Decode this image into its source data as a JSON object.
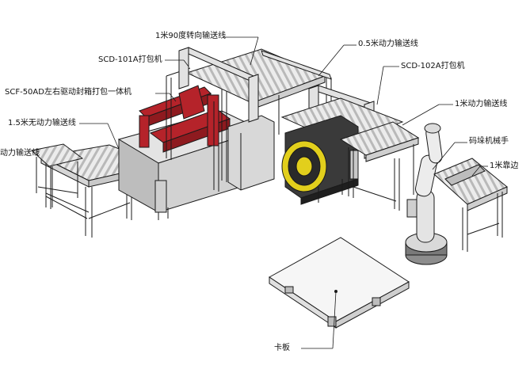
{
  "labels": {
    "turn_conveyor": "1米90度转向输送线",
    "conveyor_05": "0.5米动力输送线",
    "scd101a": "SCD-101A打包机",
    "scd102a": "SCD-102A打包机",
    "scf50ad": "SCF-50AD左右驱动封箱打包一体机",
    "conveyor_1m": "1米动力输送线",
    "unpowered_15": "1.5米无动力输送线",
    "palletizer": "码垛机械手",
    "conveyor_left": "动力输送线",
    "side_conveyor": "1米靠边",
    "pallet": "卡板"
  },
  "colors": {
    "line": "#1a1a1a",
    "frame": "#d9d9d9",
    "shade": "#9a9a9a",
    "red": "#b5232a",
    "yellow": "#e2cf1c",
    "dark": "#2a2a2a"
  }
}
